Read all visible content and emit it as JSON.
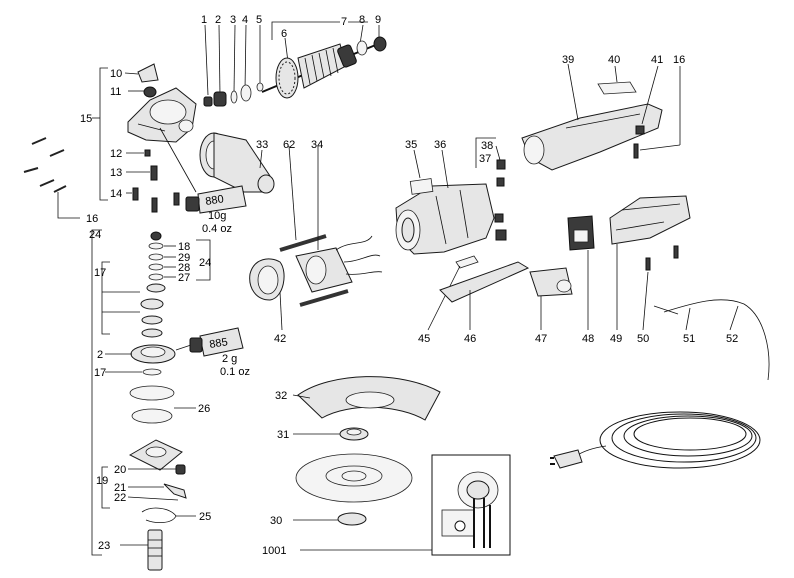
{
  "diagram": {
    "part_numbers": [
      "1",
      "2",
      "3",
      "4",
      "5",
      "7",
      "8",
      "9",
      "6",
      "10",
      "11",
      "15",
      "12",
      "13",
      "14",
      "16",
      "33",
      "880",
      "10g",
      "0.4 oz",
      "62",
      "34",
      "35",
      "36",
      "38",
      "37",
      "39",
      "40",
      "41",
      "16",
      "24",
      "18",
      "29",
      "28",
      "27",
      "17",
      "24",
      "2",
      "885",
      "2 g",
      "0.1 oz",
      "17",
      "26",
      "19",
      "20",
      "21",
      "22",
      "25",
      "23",
      "32",
      "31",
      "30",
      "1001",
      "42",
      "45",
      "46",
      "47",
      "48",
      "49",
      "50",
      "51",
      "52"
    ],
    "tubes": {
      "grease_880": {
        "label": "880",
        "weight": "10g",
        "ounces": "0.4 oz"
      },
      "grease_885": {
        "label": "885",
        "weight": "2 g",
        "ounces": "0.1 oz"
      }
    }
  }
}
